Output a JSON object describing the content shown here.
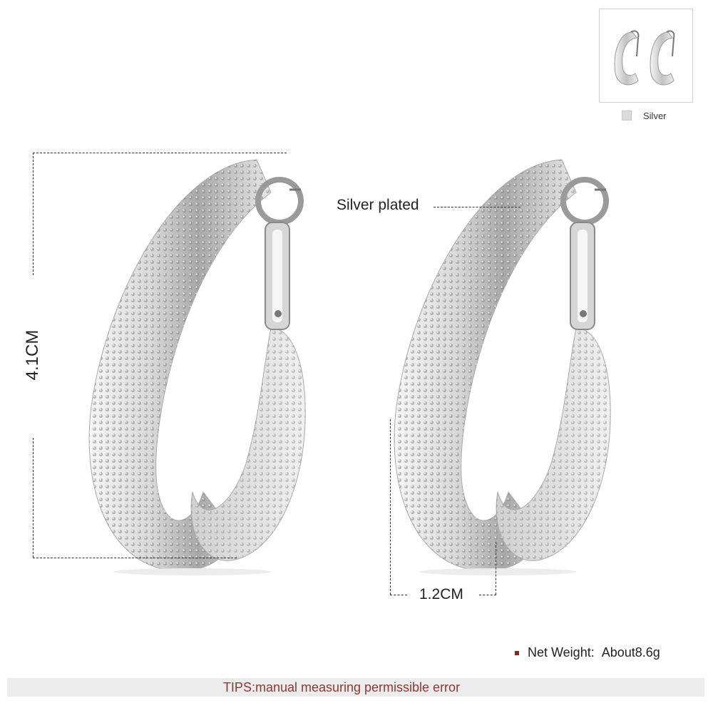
{
  "swatch": {
    "label": "Silver",
    "color": "#dcdcdc"
  },
  "dimensions": {
    "height_label": "4.1CM",
    "width_label": "1.2CM"
  },
  "material_label": "Silver plated",
  "specs": {
    "weight_key": "Net  Weight:",
    "weight_value": "About8.6g"
  },
  "tips": "TIPS:manual measuring permissible error",
  "colors": {
    "silver_light": "#f2f2f2",
    "silver_mid": "#bdbdbd",
    "silver_dark": "#7d7d7d",
    "tips_text": "#8a3a35",
    "bullet": "#7a2d1e"
  }
}
